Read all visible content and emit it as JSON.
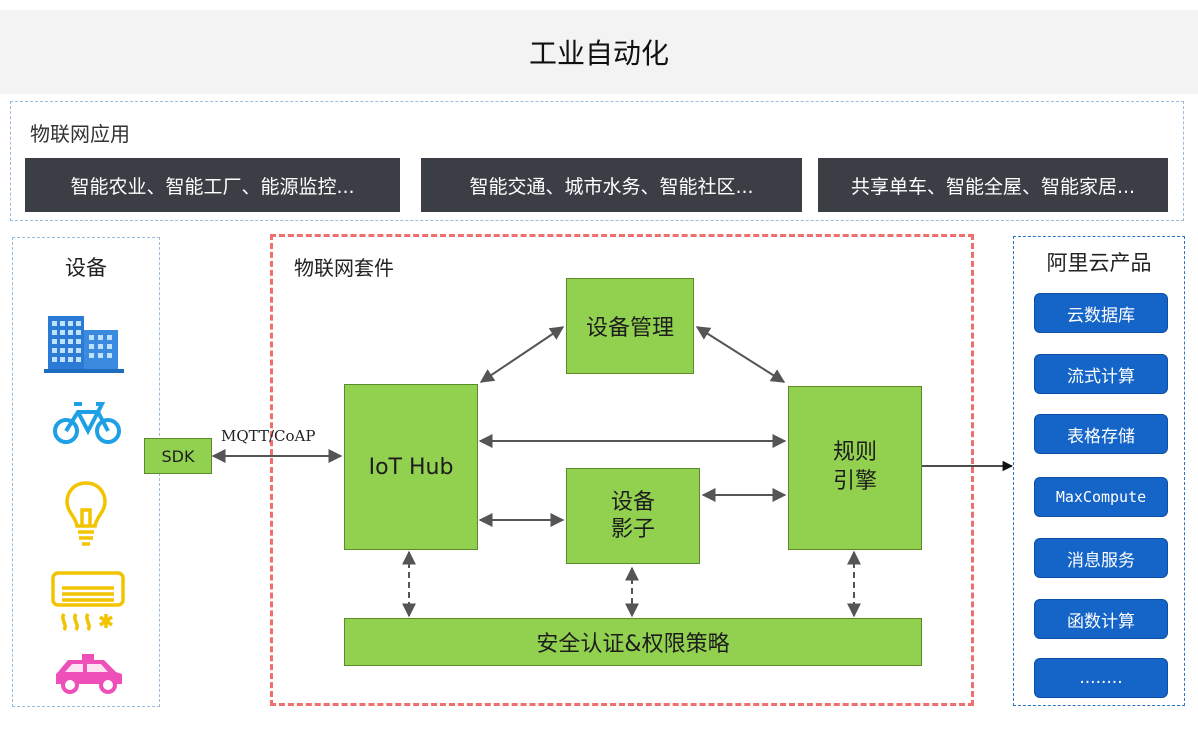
{
  "title": "工业自动化",
  "applications": {
    "label": "物联网应用",
    "items": [
      "智能农业、智能工厂、能源监控...",
      "智能交通、城市水务、智能社区...",
      "共享单车、智能全屋、智能家居..."
    ]
  },
  "devices": {
    "label": "设备",
    "icons": [
      "building-icon",
      "bicycle-icon",
      "light-bulb-icon",
      "air-conditioner-icon",
      "car-icon"
    ]
  },
  "sdk": {
    "label": "SDK",
    "protocol": "MQTT/CoAP"
  },
  "kit": {
    "label": "物联网套件",
    "device_management": "设备管理",
    "iot_hub": "IoT Hub",
    "device_shadow_line1": "设备",
    "device_shadow_line2": "影子",
    "rules_engine_line1": "规则",
    "rules_engine_line2": "引擎",
    "security": "安全认证&权限策略"
  },
  "cloud": {
    "label": "阿里云产品",
    "items": [
      "云数据库",
      "流式计算",
      "表格存储",
      "MaxCompute",
      "消息服务",
      "函数计算",
      "........"
    ]
  },
  "colors": {
    "green": "#92d050",
    "blue": "#1565c8",
    "dark": "#3b3f45",
    "kit_border": "#ef6f6f"
  }
}
